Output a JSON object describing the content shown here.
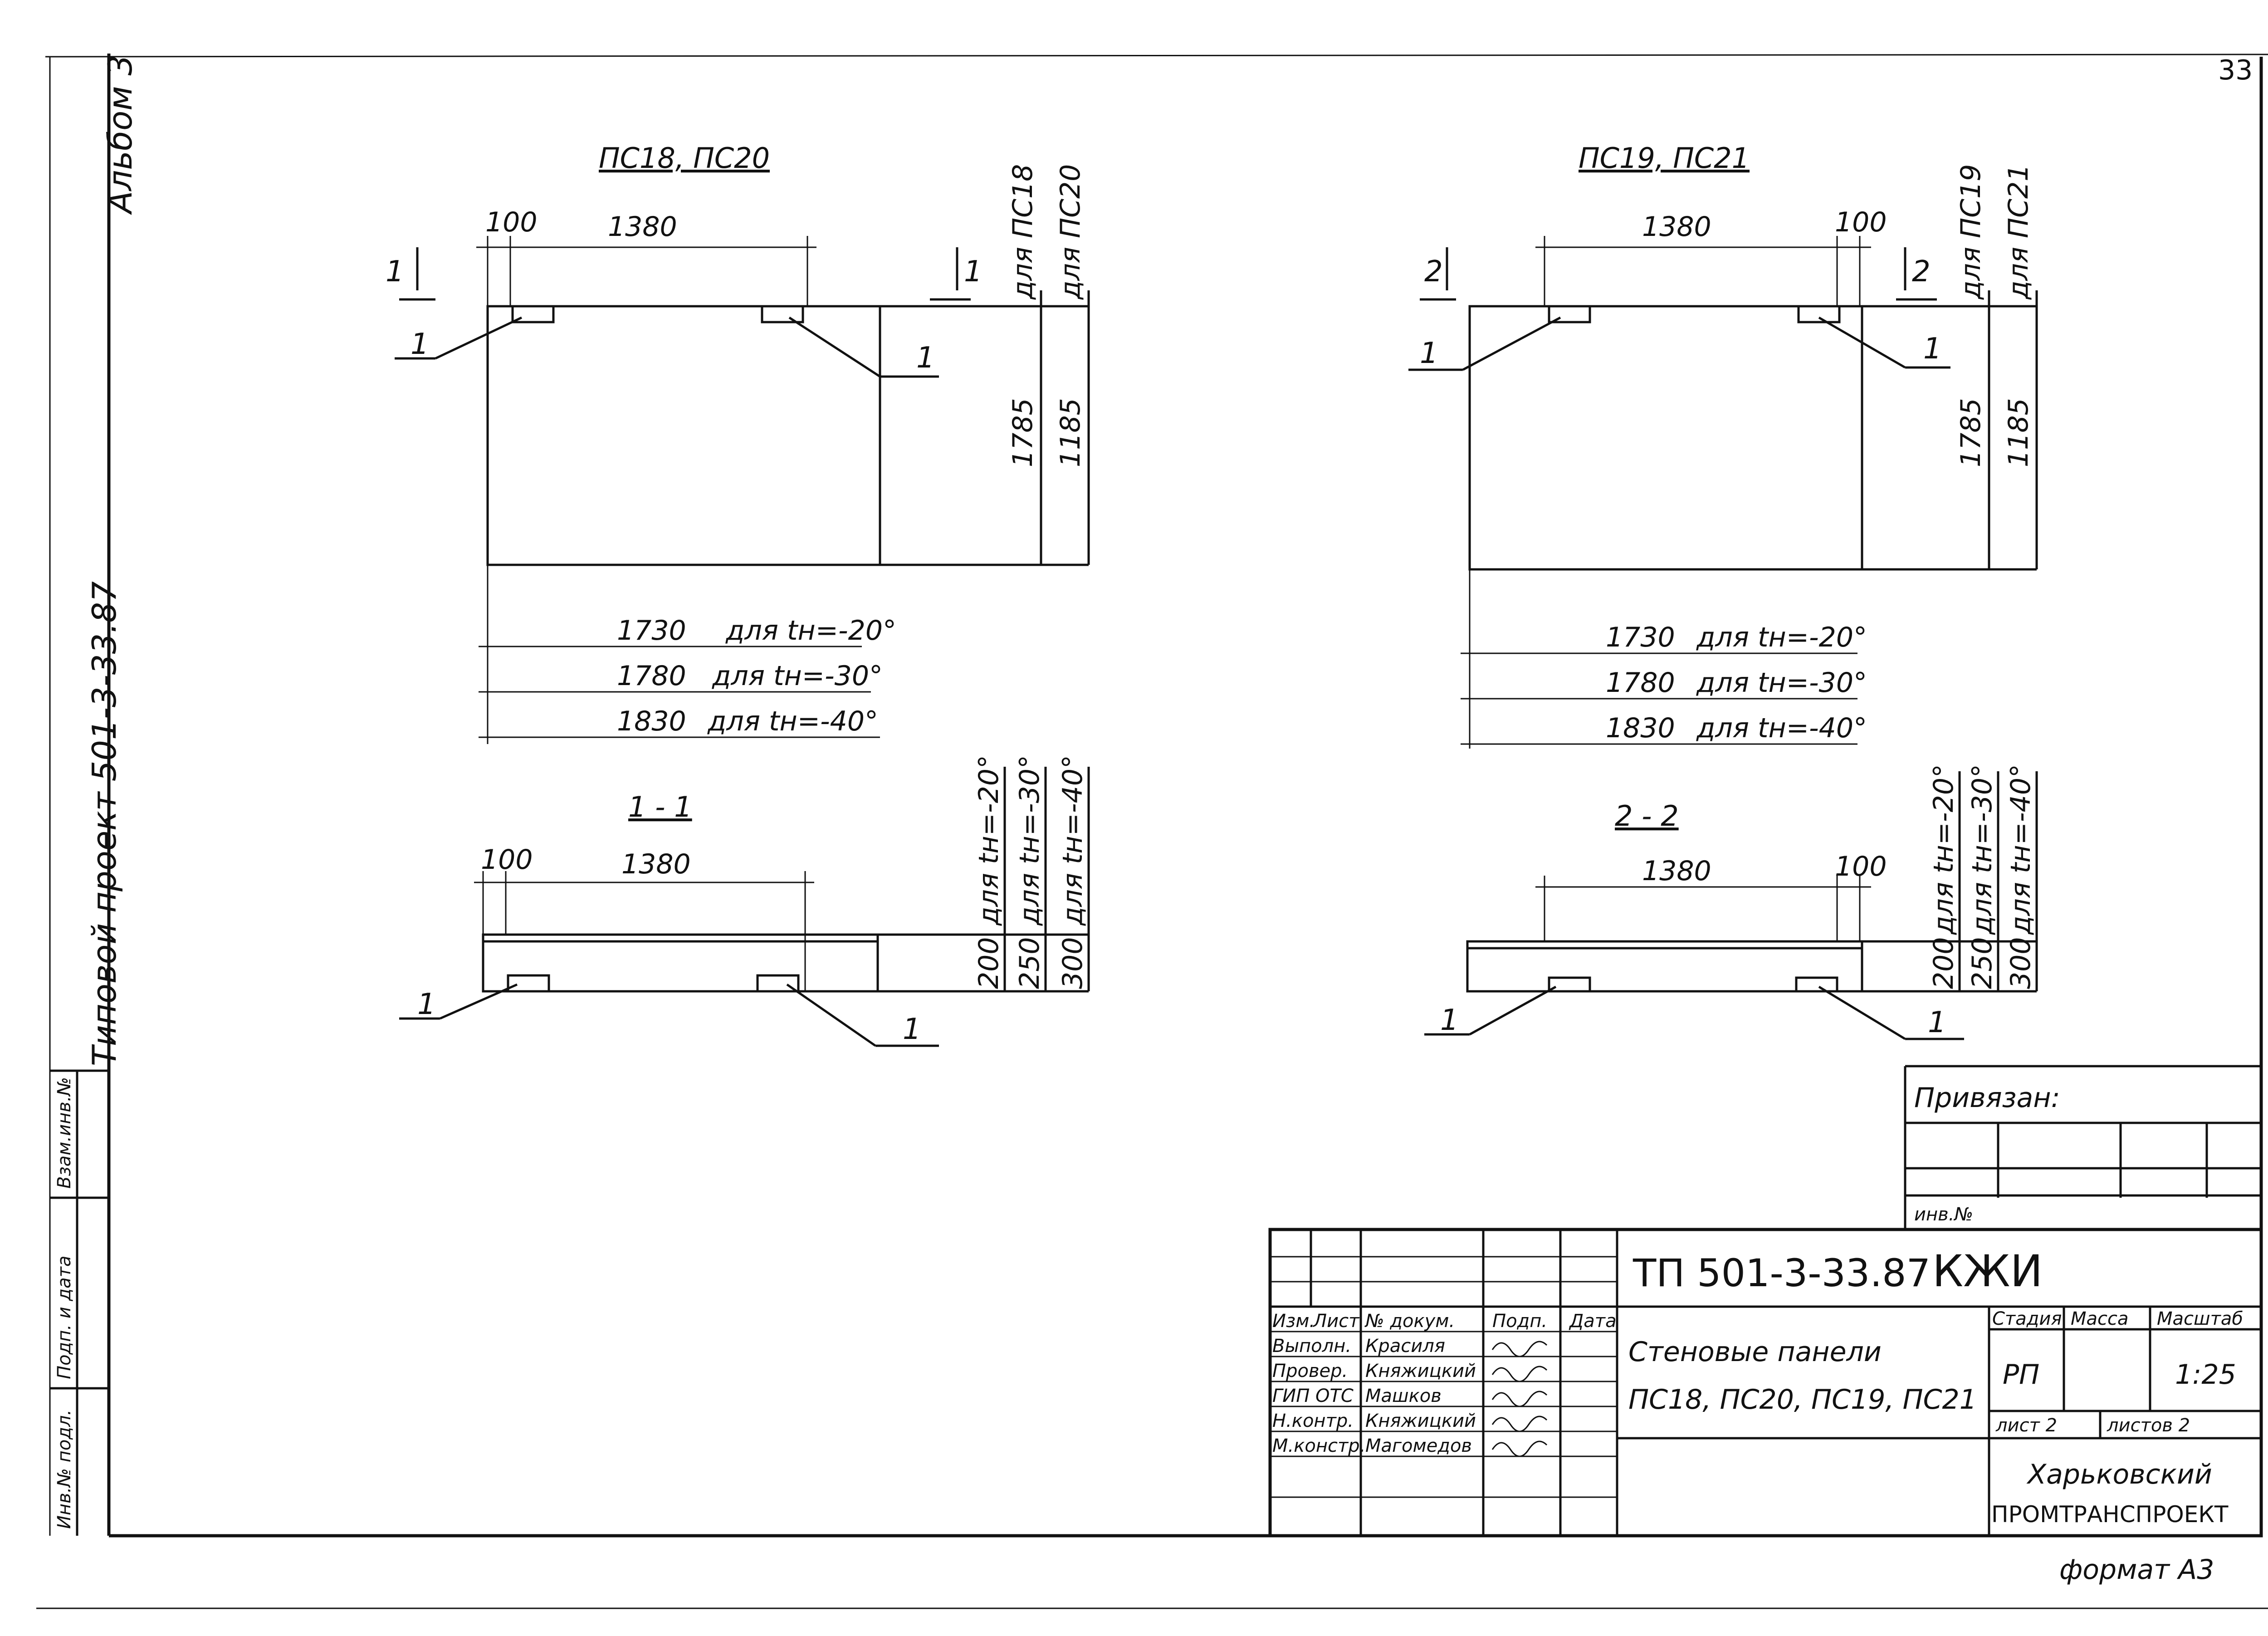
{
  "sheet_number": "33",
  "side_stamp": {
    "album": "Альбом 3",
    "project": "Типовой проект 501-3-33.87",
    "stamp_cells": [
      "Взам.инв.№",
      "Подп. и дата",
      "Инв.№ подл."
    ]
  },
  "views": {
    "left_plan": {
      "title": "ПС18, ПС20",
      "dim_top_small": "100",
      "dim_top": "1380",
      "col_labels": [
        "для ПС18",
        "для ПС20"
      ],
      "height_dims": [
        "1785",
        "1185"
      ],
      "section_mark": "1",
      "leader_label": "1",
      "bottom_dims": [
        {
          "value": "1730",
          "label": "для tн=-20°"
        },
        {
          "value": "1780",
          "label": "для tн=-30°"
        },
        {
          "value": "1830",
          "label": "для tн=-40°"
        }
      ]
    },
    "right_plan": {
      "title": "ПС19, ПС21",
      "dim_top_small": "100",
      "dim_top": "1380",
      "col_labels": [
        "для ПС19",
        "для ПС21"
      ],
      "height_dims": [
        "1785",
        "1185"
      ],
      "section_mark": "2",
      "leader_label": "1",
      "bottom_dims": [
        {
          "value": "1730",
          "label": "для tн=-20°"
        },
        {
          "value": "1780",
          "label": "для tн=-30°"
        },
        {
          "value": "1830",
          "label": "для tн=-40°"
        }
      ]
    },
    "left_section": {
      "title": "1 - 1",
      "dim_top_small": "100",
      "dim_top": "1380",
      "col_labels": [
        "для tн=-20°",
        "для tн=-30°",
        "для tн=-40°"
      ],
      "thickness": [
        "200",
        "250",
        "300"
      ],
      "leader_label": "1"
    },
    "right_section": {
      "title": "2 - 2",
      "dim_top_small": "100",
      "dim_top": "1380",
      "col_labels": [
        "для tн=-20°",
        "для tн=-30°",
        "для tн=-40°"
      ],
      "thickness": [
        "200",
        "250",
        "300"
      ],
      "leader_label": "1"
    }
  },
  "binding_block": {
    "label": "Привязан:",
    "inv_label": "инв.№"
  },
  "title_block": {
    "code": "ТП 501-3-33.87",
    "mark": "КЖИ",
    "header_cols": [
      "Изм.",
      "Лист",
      "№ докум.",
      "Подп.",
      "Дата"
    ],
    "signers": [
      {
        "role": "Выполн.",
        "name": "Красиля"
      },
      {
        "role": "Провер.",
        "name": "Княжицкий"
      },
      {
        "role": "ГИП ОТС",
        "name": "Машков"
      },
      {
        "role": "Н.контр.",
        "name": "Княжицкий"
      },
      {
        "role": "М.констр.",
        "name": "Магомедов"
      }
    ],
    "name_line1": "Стеновые панели",
    "name_line2": "ПС18, ПС20, ПС19, ПС21",
    "stage_header": "Стадия",
    "mass_header": "Масса",
    "scale_header": "Масштаб",
    "stage": "РП",
    "mass": "",
    "scale": "1:25",
    "sheet_label": "лист 2",
    "sheets_label": "листов 2",
    "org_line1": "Харьковский",
    "org_line2": "ПРОМТРАНСПРОЕКТ"
  },
  "format_label": "формат А3"
}
